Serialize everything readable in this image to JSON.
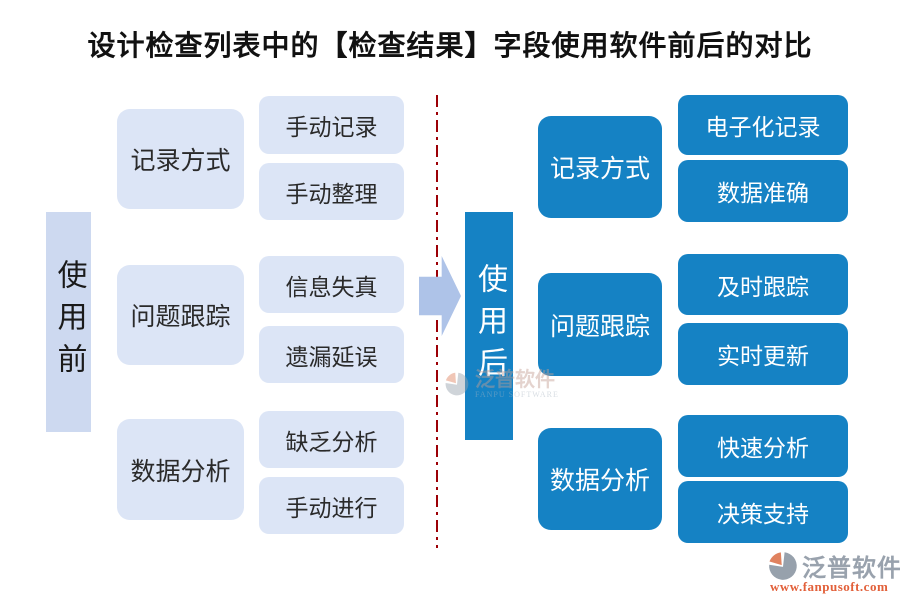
{
  "title": "设计检查列表中的【检查结果】字段使用软件前后的对比",
  "before": {
    "side_label": "使用前",
    "groups": [
      {
        "category": "记录方式",
        "items": [
          "手动记录",
          "手动整理"
        ]
      },
      {
        "category": "问题跟踪",
        "items": [
          "信息失真",
          "遗漏延误"
        ]
      },
      {
        "category": "数据分析",
        "items": [
          "缺乏分析",
          "手动进行"
        ]
      }
    ]
  },
  "after": {
    "side_label": "使用后",
    "groups": [
      {
        "category": "记录方式",
        "items": [
          "电子化记录",
          "数据准确"
        ]
      },
      {
        "category": "问题跟踪",
        "items": [
          "及时跟踪",
          "实时更新"
        ]
      },
      {
        "category": "数据分析",
        "items": [
          "快速分析",
          "决策支持"
        ]
      }
    ]
  },
  "watermark": {
    "brand": "泛普软件",
    "brand_en": "FANPU SOFTWARE",
    "url": "www.fanpusoft.com"
  },
  "colors": {
    "accent_blue": "#1582c4",
    "light_box": "#dce5f6",
    "side_before_box": "#cdd9f0",
    "divider_red": "#9c0006",
    "arrow_blue": "#aec3e8",
    "logo_gray": "#99a2ad",
    "logo_orange": "#e2603a",
    "logo_salmon": "#e0825f"
  }
}
